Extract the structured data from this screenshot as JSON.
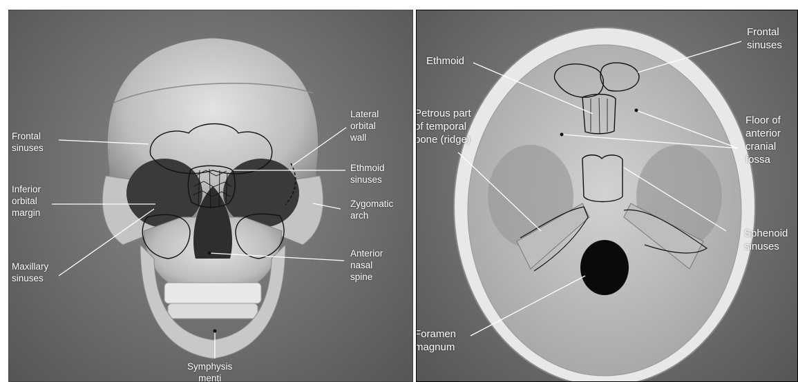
{
  "front_view": {
    "labels": {
      "frontal_sinuses": "Frontal\nsinuses",
      "inferior_orbital_margin": "Inferior\norbital\nmargin",
      "maxillary_sinuses": "Maxillary\nsinuses",
      "lateral_orbital_wall": "Lateral\norbital\nwall",
      "ethmoid_sinuses": "Ethmoid\nsinuses",
      "zygomatic_arch": "Zygomatic\narch",
      "anterior_nasal_spine": "Anterior\nnasal\nspine",
      "symphysis_menti": "Symphysis\nmenti"
    }
  },
  "base_view": {
    "labels": {
      "ethmoid": "Ethmoid",
      "petrous_part": "Petrous part\nof temporal\nbone (ridge)",
      "frontal_sinuses": "Frontal\nsinuses",
      "floor_anterior_cranial_fossa": "Floor of\nanterior\ncranial\nfossa",
      "sphenoid_sinuses": "Sphenoid\nsinuses",
      "foramen_magnum": "Foramen\nmagnum"
    }
  },
  "colors": {
    "background": "#6e6e6e",
    "bone": "#d6d6d6",
    "label_text": "#ffffff",
    "outline": "#111111"
  }
}
